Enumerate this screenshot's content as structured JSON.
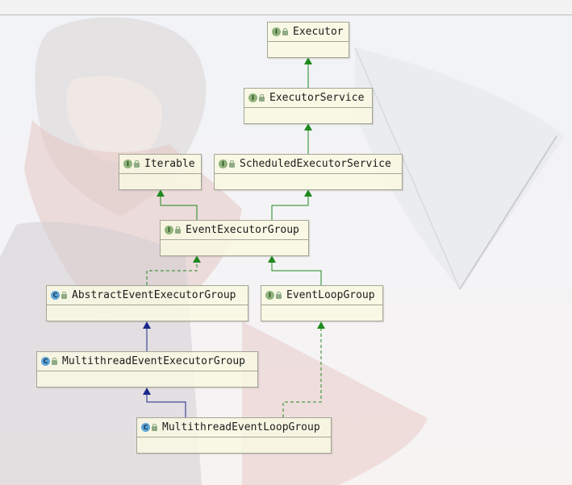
{
  "diagram": {
    "nodes": [
      {
        "id": "executor",
        "badge": "I",
        "kind": "interface",
        "name": "Executor"
      },
      {
        "id": "executor_service",
        "badge": "I",
        "kind": "interface",
        "name": "ExecutorService"
      },
      {
        "id": "iterable",
        "badge": "I",
        "kind": "interface",
        "name": "Iterable"
      },
      {
        "id": "scheduled_executor_service",
        "badge": "I",
        "kind": "interface",
        "name": "ScheduledExecutorService"
      },
      {
        "id": "event_executor_group",
        "badge": "I",
        "kind": "interface",
        "name": "EventExecutorGroup"
      },
      {
        "id": "abstract_event_executor_group",
        "badge": "C",
        "kind": "class",
        "name": "AbstractEventExecutorGroup"
      },
      {
        "id": "event_loop_group",
        "badge": "I",
        "kind": "interface",
        "name": "EventLoopGroup"
      },
      {
        "id": "multithread_event_executor_group",
        "badge": "C",
        "kind": "class",
        "name": "MultithreadEventExecutorGroup"
      },
      {
        "id": "multithread_event_loop_group",
        "badge": "C",
        "kind": "class",
        "name": "MultithreadEventLoopGroup"
      }
    ],
    "edges": [
      {
        "from": "executor_service",
        "to": "executor",
        "type": "extends-interface"
      },
      {
        "from": "scheduled_executor_service",
        "to": "executor_service",
        "type": "extends-interface"
      },
      {
        "from": "event_executor_group",
        "to": "iterable",
        "type": "extends-interface"
      },
      {
        "from": "event_executor_group",
        "to": "scheduled_executor_service",
        "type": "extends-interface"
      },
      {
        "from": "abstract_event_executor_group",
        "to": "event_executor_group",
        "type": "implements"
      },
      {
        "from": "event_loop_group",
        "to": "event_executor_group",
        "type": "extends-interface"
      },
      {
        "from": "multithread_event_executor_group",
        "to": "abstract_event_executor_group",
        "type": "extends-class"
      },
      {
        "from": "multithread_event_loop_group",
        "to": "multithread_event_executor_group",
        "type": "extends-class"
      },
      {
        "from": "multithread_event_loop_group",
        "to": "event_loop_group",
        "type": "implements"
      }
    ],
    "colors": {
      "interface_edge": "#1f8a1f",
      "class_edge": "#1a2a8a",
      "node_fill": "#f8f8e2",
      "node_border": "#a5a597"
    }
  }
}
